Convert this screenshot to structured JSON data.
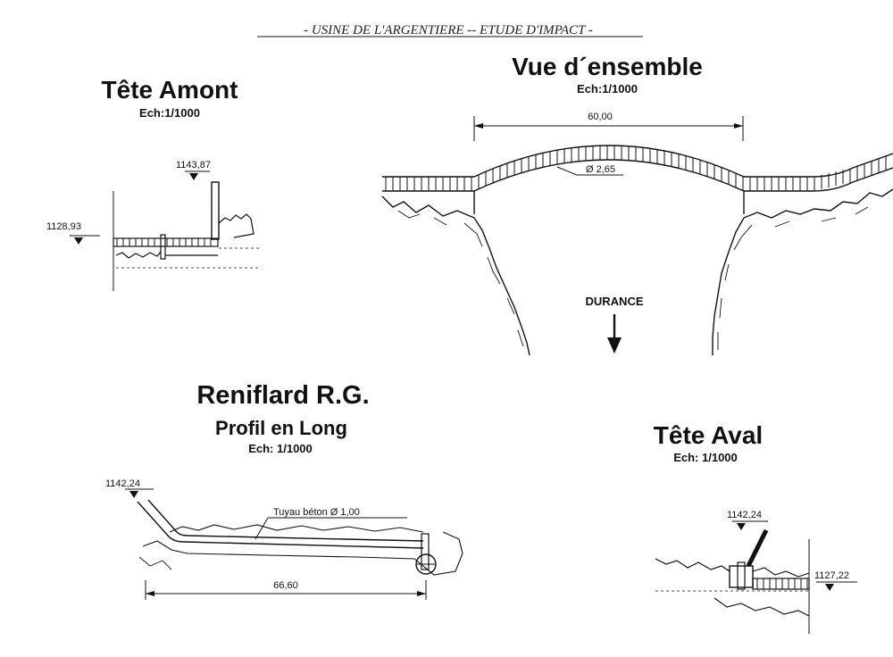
{
  "header": {
    "text": "- USINE DE L'ARGENTIERE -- ETUDE D'IMPACT -"
  },
  "tete_amont": {
    "title": "Tête Amont",
    "scale": "Ech:1/1000",
    "level_top": "1143,87",
    "level_left": "1128,93"
  },
  "vue_ensemble": {
    "title": "Vue d´ensemble",
    "scale": "Ech:1/1000",
    "length": "60,00",
    "diameter": "Ø 2,65",
    "river": "DURANCE"
  },
  "reniflard": {
    "title": "Reniflard R.G.",
    "subtitle": "Profil en Long",
    "scale": "Ech: 1/1000",
    "level": "1142,24",
    "pipe": "Tuyau béton Ø 1,00",
    "length": "66,60"
  },
  "tete_aval": {
    "title": "Tête Aval",
    "scale": "Ech: 1/1000",
    "level_top": "1142,24",
    "level_right": "1127,22"
  }
}
